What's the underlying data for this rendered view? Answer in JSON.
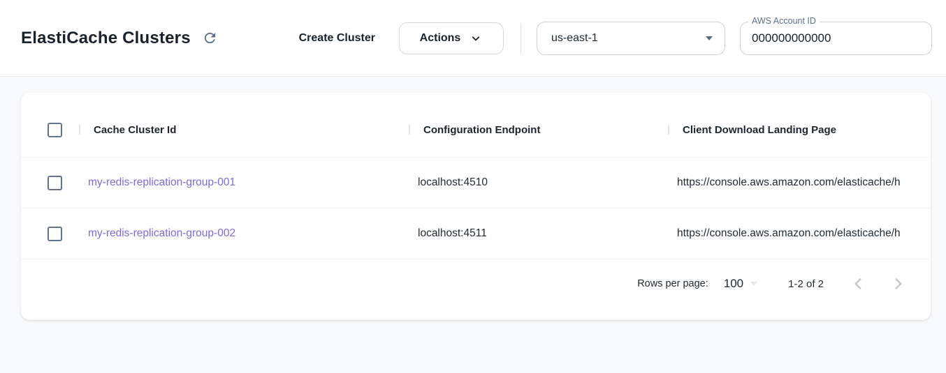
{
  "header": {
    "title": "ElastiCache Clusters",
    "create_button_label": "Create Cluster",
    "actions_button_label": "Actions",
    "region_selected": "us-east-1",
    "account_field": {
      "label": "AWS Account ID",
      "value": "000000000000"
    }
  },
  "table": {
    "columns": [
      {
        "label": "Cache Cluster Id"
      },
      {
        "label": "Configuration Endpoint"
      },
      {
        "label": "Client Download Landing Page"
      }
    ],
    "rows": [
      {
        "cache_cluster_id": "my-redis-replication-group-001",
        "configuration_endpoint": "localhost:4510",
        "client_download_landing_page": "https://console.aws.amazon.com/elasticache/h"
      },
      {
        "cache_cluster_id": "my-redis-replication-group-002",
        "configuration_endpoint": "localhost:4511",
        "client_download_landing_page": "https://console.aws.amazon.com/elasticache/h"
      }
    ]
  },
  "pagination": {
    "rows_per_page_label": "Rows per page:",
    "rows_per_page_value": "100",
    "range_label": "1-2 of 2"
  },
  "icons": {
    "refresh": "refresh-icon",
    "actions_chevron": "chevron-down-icon",
    "region_caret": "dropdown-caret-icon",
    "prev": "chevron-left-icon",
    "next": "chevron-right-icon"
  },
  "colors": {
    "link": "#7c6bdb",
    "title_text": "#18212c",
    "muted_text": "#5f7183",
    "icon_gray": "#5e7185",
    "disabled_chevron": "#c3c7cc"
  }
}
